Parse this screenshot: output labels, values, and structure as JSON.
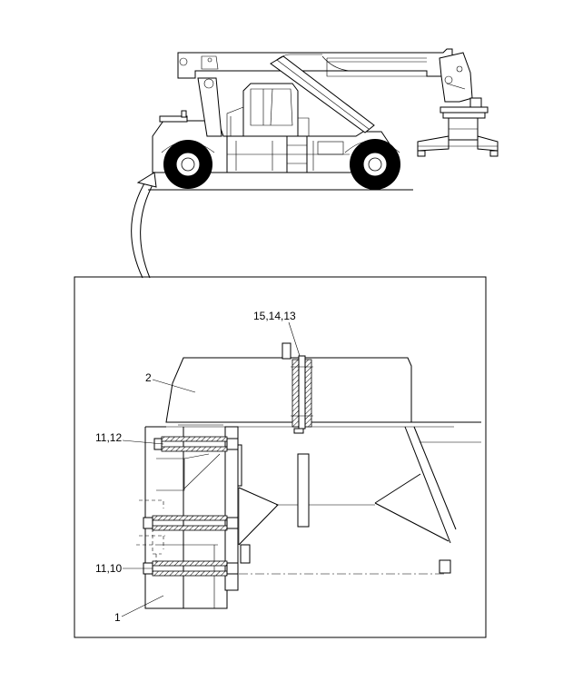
{
  "callouts": {
    "c1": "1",
    "c2": "2",
    "c1012": "11,10",
    "c1112": "11,12",
    "c131415": "15,14,13"
  }
}
